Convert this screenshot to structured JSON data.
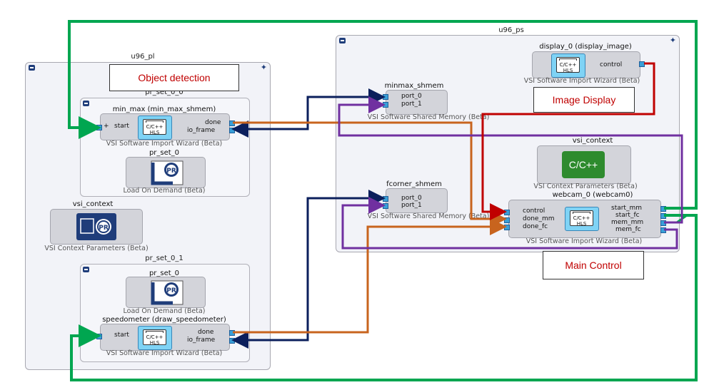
{
  "containers": {
    "pl": {
      "title": "u96_pl"
    },
    "ps": {
      "title": "u96_ps"
    },
    "pr_set_0_0": {
      "title": "pr_set_0_0"
    },
    "pr_set_0_1": {
      "title": "pr_set_0_1"
    }
  },
  "annotations": {
    "object_detection": "Object detection",
    "image_display": "Image Display",
    "main_control": "Main Control"
  },
  "blocks": {
    "min_max": {
      "title": "min_max (min_max_shmem)",
      "subtitle": "VSI Software Import Wizard (Beta)",
      "ports_left": [
        "start"
      ],
      "ports_right": [
        "done",
        "io_frame"
      ],
      "icon": "C/C++ HLS"
    },
    "pr_set_0_top": {
      "title": "pr_set_0",
      "subtitle": "Load On Demand (Beta)",
      "icon": "PR"
    },
    "vsi_context_pl": {
      "title": "vsi_context",
      "subtitle": "VSI Context Parameters (Beta)",
      "icon": "PR"
    },
    "pr_set_0_bottom": {
      "title": "pr_set_0",
      "subtitle": "Load On Demand (Beta)",
      "icon": "PR"
    },
    "speedometer": {
      "title": "speedometer (draw_speedometer)",
      "subtitle": "VSI Software Import Wizard (Beta)",
      "ports_left": [
        "start"
      ],
      "ports_right": [
        "done",
        "io_frame"
      ],
      "icon": "C/C++ HLS"
    },
    "minmax_shmem": {
      "title": "minmax_shmem",
      "subtitle": "VSI Software Shared Memory (Beta)",
      "ports_left": [
        "port_0",
        "port_1"
      ]
    },
    "fcorner_shmem": {
      "title": "fcorner_shmem",
      "subtitle": "VSI Software Shared Memory (Beta)",
      "ports_left": [
        "port_0",
        "port_1"
      ]
    },
    "display_0": {
      "title": "display_0 (display_image)",
      "subtitle": "VSI Software Import Wizard (Beta)",
      "ports_right": [
        "control"
      ],
      "icon": "C/C++ HLS"
    },
    "vsi_context_ps": {
      "title": "vsi_context",
      "subtitle": "VSI Context Parameters (Beta)",
      "icon": "C/C++"
    },
    "webcam_0": {
      "title": "webcam_0 (webcam0)",
      "subtitle": "VSI Software Import Wizard (Beta)",
      "ports_left": [
        "control",
        "done_mm",
        "done_fc"
      ],
      "ports_right": [
        "start_mm",
        "start_fc",
        "mem_mm",
        "mem_fc"
      ],
      "icon": "C/C++ HLS"
    }
  },
  "colors": {
    "green": "#00a650",
    "navy": "#0b1f5c",
    "orange": "#c8641e",
    "purple": "#7030a0",
    "red": "#c00000"
  }
}
